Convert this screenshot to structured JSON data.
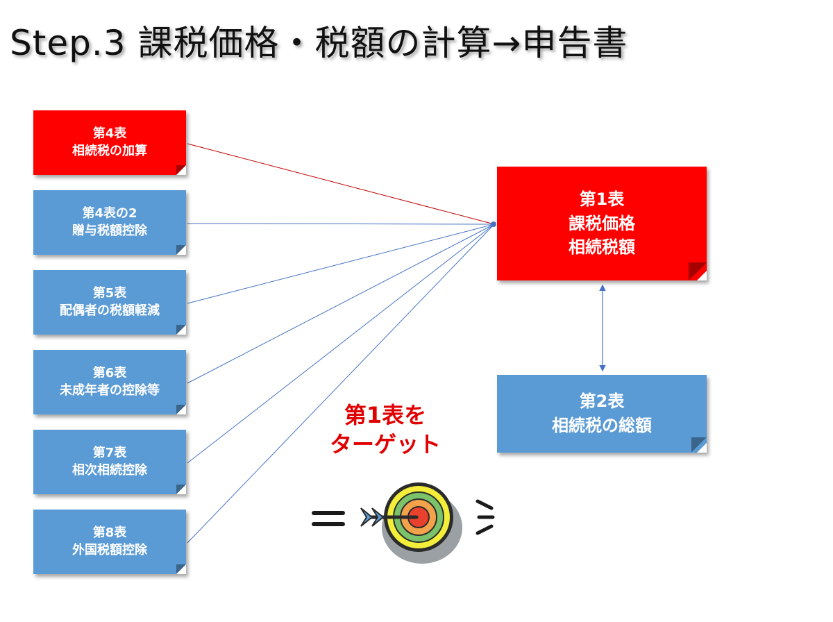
{
  "title": "Step.3 課税価格・税額の計算→申告書",
  "sources": [
    {
      "line1": "第4表",
      "line2": "相続税の加算",
      "color": "#ff0000"
    },
    {
      "line1": "第4表の2",
      "line2": "贈与税額控除",
      "color": "#5b9bd5"
    },
    {
      "line1": "第5表",
      "line2": "配偶者の税額軽減",
      "color": "#5b9bd5"
    },
    {
      "line1": "第6表",
      "line2": "未成年者の控除等",
      "color": "#5b9bd5"
    },
    {
      "line1": "第7表",
      "line2": "相次相続控除",
      "color": "#5b9bd5"
    },
    {
      "line1": "第8表",
      "line2": "外国税額控除",
      "color": "#5b9bd5"
    }
  ],
  "main": {
    "line1": "第1表",
    "line2": "課税価格",
    "line3": "相続税額",
    "color": "#ff0000"
  },
  "secondary": {
    "line1": "第2表",
    "line2": "相続税の総額",
    "color": "#5b9bd5"
  },
  "target": {
    "line1": "第1表を",
    "line2": "ターゲット"
  },
  "icons": {
    "target": "target-with-arrow-icon"
  }
}
